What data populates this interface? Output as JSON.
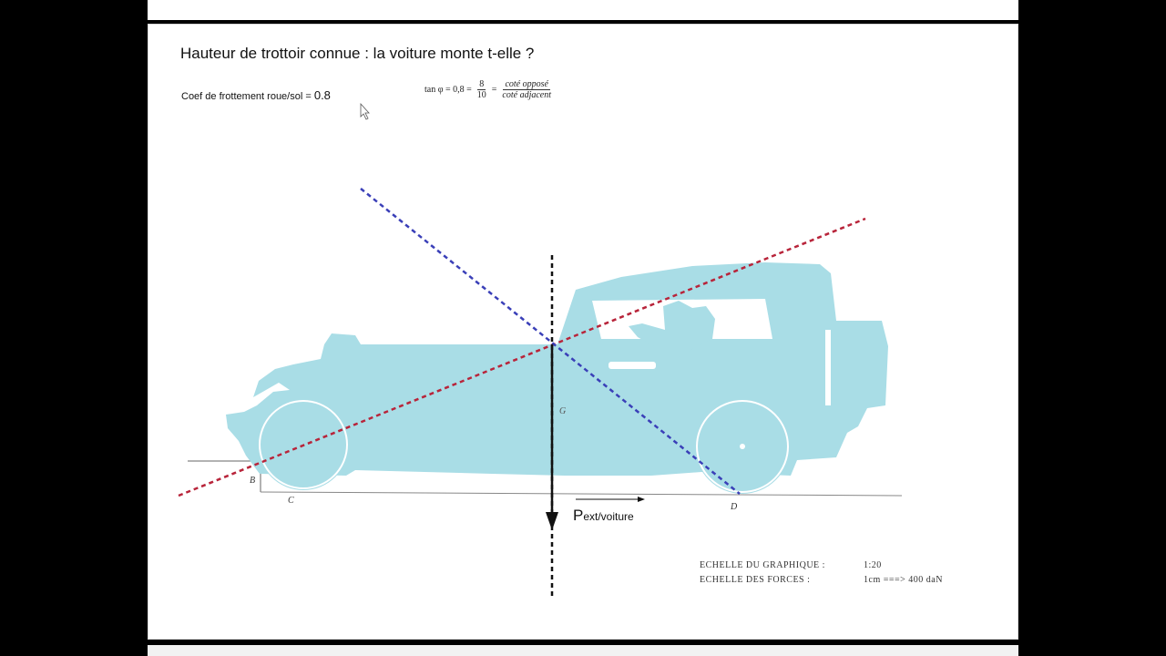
{
  "title": "Hauteur de trottoir connue : la voiture monte t-elle ?",
  "coef": {
    "label": "Coef de frottement roue/sol = ",
    "value": "0.8"
  },
  "formula": {
    "lhs": "tan φ = 0,8 =",
    "num": "8",
    "den": "10",
    "eq": "=",
    "num2": "coté opposé",
    "den2": "coté adjacent"
  },
  "labels": {
    "force": "P",
    "force_sub": "ext/voiture",
    "point_b": "B",
    "point_c": "C",
    "point_d": "D",
    "point_g": "G"
  },
  "scale": {
    "graph_label": "ECHELLE DU GRAPHIQUE :",
    "graph_value": "1:20",
    "force_label": "ECHELLE DES FORCES :",
    "force_value": "1cm ===> 400 daN"
  },
  "colors": {
    "car": "#a9dde6",
    "red_line": "#b8243a",
    "blue_line": "#3a3fb8",
    "black": "#111111"
  }
}
